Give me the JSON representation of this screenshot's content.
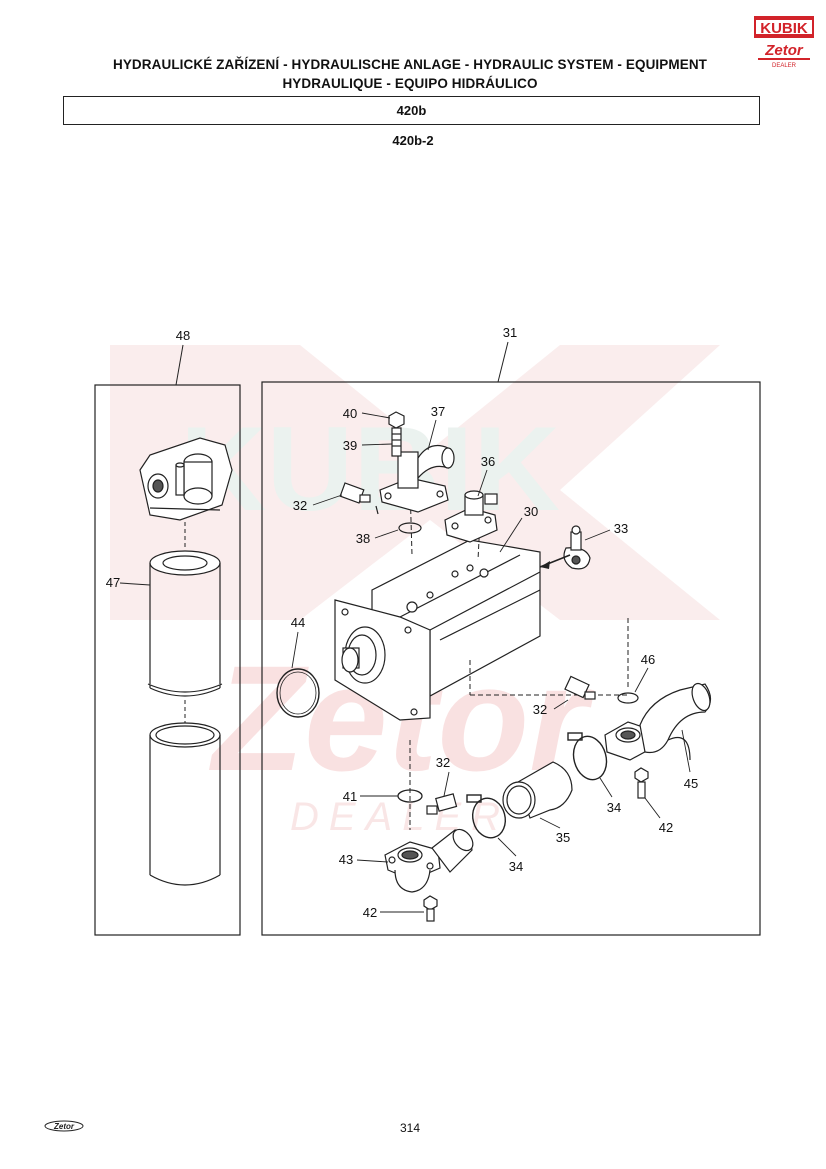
{
  "header": {
    "title_line1": "HYDRAULICKÉ ZAŘÍZENÍ - HYDRAULISCHE ANLAGE - HYDRAULIC SYSTEM - EQUIPMENT",
    "title_line2": "HYDRAULIQUE - EQUIPO HIDRÁULICO",
    "section": "420b",
    "subsection": "420b-2"
  },
  "logo": {
    "top_text": "KUBIK",
    "brand_text": "Zetor",
    "sub_text": "DEALER",
    "color": "#d2232a"
  },
  "watermark": {
    "top_text": "KUBIK",
    "brand_text": "Zetor",
    "sub_text": "DEALER"
  },
  "footer": {
    "page": "314",
    "logo_text": "Zetor"
  },
  "callouts": {
    "c48": "48",
    "c31": "31",
    "c40": "40",
    "c37": "37",
    "c39": "39",
    "c36": "36",
    "c32a": "32",
    "c30": "30",
    "c33": "33",
    "c38": "38",
    "c47": "47",
    "c44": "44",
    "c46": "46",
    "c32b": "32",
    "c45": "45",
    "c32c": "32",
    "c41": "41",
    "c34a": "34",
    "c42a": "42",
    "c35": "35",
    "c43": "43",
    "c34b": "34",
    "c42b": "42"
  }
}
